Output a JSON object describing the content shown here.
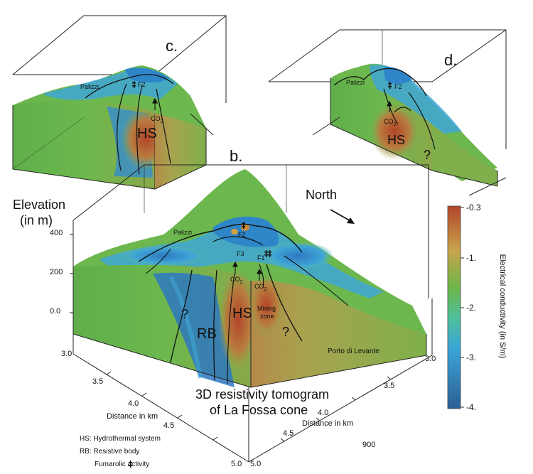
{
  "panels": {
    "b": "b.",
    "c": "c.",
    "d": "d."
  },
  "title_line1": "3D resistivity tomogram",
  "title_line2": "of La Fossa cone",
  "elevation": {
    "label_line1": "Elevation",
    "label_line2": "(in m)",
    "ticks": [
      "400",
      "200",
      "0.0"
    ]
  },
  "north_label": "North",
  "distance_axis": {
    "label": "Distance in km",
    "left_ticks": [
      "3.0",
      "3.5",
      "4.0",
      "4.5",
      "5.0"
    ],
    "right_ticks": [
      "3.0",
      "3.5",
      "4.0",
      "4.5",
      "5.0"
    ],
    "extra_tick": "900"
  },
  "colorbar": {
    "title": "Electrical conductivity (in S/m)",
    "ticks": [
      "-0.3",
      "-1.",
      "-2.",
      "-3.",
      "-4."
    ]
  },
  "labels_b": {
    "palizzi": "Palizzi",
    "f2": "F2",
    "f3": "F3",
    "f1": "F1",
    "co2_left": "CO",
    "co2_right": "CO",
    "sub2": "2",
    "hs": "HS",
    "rb": "RB",
    "q1": "?",
    "q2": "?",
    "mixing1": "Mixing",
    "mixing2": "zone",
    "porto": "Porto di Levante"
  },
  "labels_c": {
    "palizzi": "Palizzi",
    "f2": "F2",
    "co2": "CO",
    "sub2": "2",
    "hs": "HS"
  },
  "labels_d": {
    "palizzi": "Palizzi",
    "f2": "F2",
    "co2": "CO",
    "sub2": "2",
    "hs": "HS",
    "q": "?"
  },
  "legend": {
    "hs": "HS: Hydrothermal system",
    "rb": "RB: Resistive body",
    "fumarolic": "Fumarolic activity"
  },
  "colors": {
    "high": "#b2452a",
    "mid_high": "#c9a44a",
    "mid": "#6db548",
    "mid_low": "#3aa6d8",
    "low": "#2b5f94"
  }
}
